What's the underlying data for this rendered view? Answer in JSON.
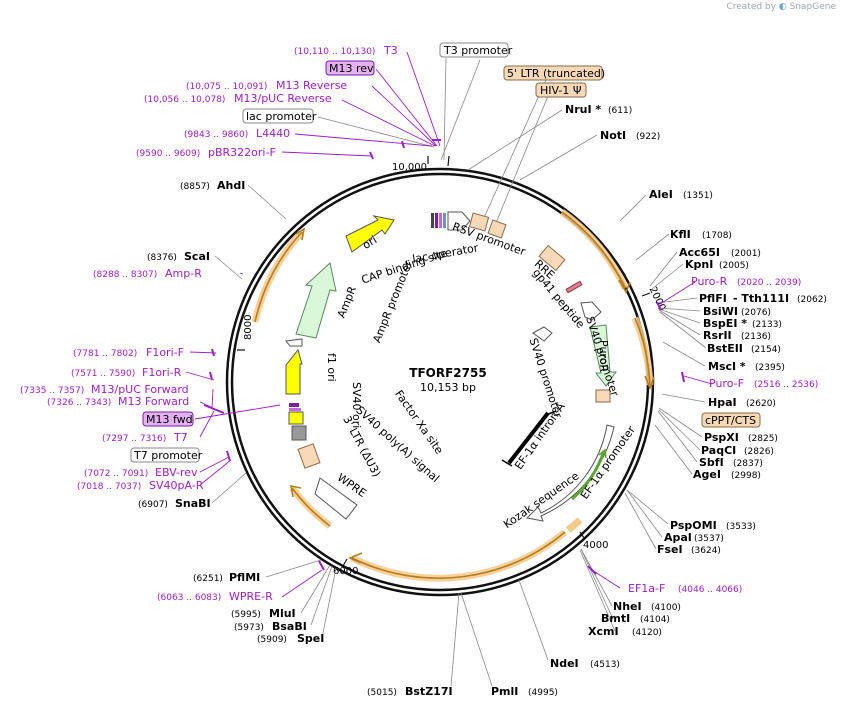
{
  "brand": {
    "prefix": "Created by",
    "name": "SnapGene"
  },
  "center": {
    "name": "TFORF2755",
    "size": "10,153 bp"
  },
  "ticks": [
    "2000",
    "4000",
    "6000",
    "8000",
    "10,000"
  ],
  "top_labels": {
    "t3_promoter": "T3 promoter",
    "ltr": "5' LTR (truncated)",
    "hiv": "HIV-1 Ψ",
    "t3": "T3",
    "t3_pos": "(10,110 .. 10,130)",
    "m13rev": "M13 rev",
    "m13reverse": "M13 Reverse",
    "m13reverse_pos": "(10,075 .. 10,091)",
    "m13puc_reverse": "M13/pUC Reverse",
    "m13puc_reverse_pos": "(10,056 .. 10,078)",
    "lac_promoter": "lac promoter",
    "l4440": "L4440",
    "l4440_pos": "(9843 .. 9860)",
    "pbr": "pBR322ori-F",
    "pbr_pos": "(9590 .. 9609)"
  },
  "enzymes_right": [
    {
      "name": "NruI *",
      "pos": "(611)"
    },
    {
      "name": "NotI",
      "pos": "(922)"
    },
    {
      "name": "AleI",
      "pos": "(1351)"
    },
    {
      "name": "KflI",
      "pos": "(1708)"
    },
    {
      "name": "Acc65I",
      "pos": "(2001)"
    },
    {
      "name": "KpnI",
      "pos": "(2005)"
    },
    {
      "name": "PflFI",
      "pos": ""
    },
    {
      "name": "BsiWI",
      "pos": "(2076)"
    },
    {
      "name": "BspEI *",
      "pos": "(2133)"
    },
    {
      "name": "RsrII",
      "pos": "(2136)"
    },
    {
      "name": "BstEII",
      "pos": "(2154)"
    },
    {
      "name": "MscI *",
      "pos": "(2395)"
    },
    {
      "name": "HpaI",
      "pos": "(2620)"
    },
    {
      "name": "PspXI",
      "pos": "(2825)"
    },
    {
      "name": "PaqCI",
      "pos": "(2826)"
    },
    {
      "name": "SbfI",
      "pos": "(2837)"
    },
    {
      "name": "AgeI",
      "pos": "(2998)"
    },
    {
      "name": "PspOMI",
      "pos": "(3533)"
    },
    {
      "name": "ApaI",
      "pos": "(3537)"
    },
    {
      "name": "FseI",
      "pos": "(3624)"
    },
    {
      "name": "NheI",
      "pos": "(4100)"
    },
    {
      "name": "BmtI",
      "pos": "(4104)"
    },
    {
      "name": "XcmI",
      "pos": "(4120)"
    },
    {
      "name": "NdeI",
      "pos": "(4513)"
    }
  ],
  "tth": {
    "name": "- Tth111I",
    "pos": "(2062)"
  },
  "primers_right": [
    {
      "name": "Puro-R",
      "pos": "(2020 .. 2039)"
    },
    {
      "name": "Puro-F",
      "pos": "(2516 .. 2536)"
    },
    {
      "name": "EF1a-F",
      "pos": "(4046 .. 4066)"
    }
  ],
  "cppt": "cPPT/CTS",
  "bottom": [
    {
      "name": "PmlI",
      "pos": "(4995)"
    },
    {
      "name": "BstZ17I",
      "pos": "(5015)"
    },
    {
      "name": "SpeI",
      "pos": "(5909)"
    },
    {
      "name": "BsaBI",
      "pos": "(5973)"
    },
    {
      "name": "MluI",
      "pos": "(5995)"
    },
    {
      "name": "PflMI",
      "pos": "(6251)"
    },
    {
      "name": "SnaBI",
      "pos": "(6907)"
    },
    {
      "name": "ScaI",
      "pos": "(8376)"
    },
    {
      "name": "AhdI",
      "pos": "(8857)"
    }
  ],
  "left_primers": {
    "wpre_r": "WPRE-R",
    "wpre_r_pos": "(6063 .. 6083)",
    "sv40pa": "SV40pA-R",
    "sv40pa_pos": "(7018 .. 7037)",
    "ebv": "EBV-rev",
    "ebv_pos": "(7072 .. 7091)",
    "t7": "T7",
    "t7_pos": "(7297 .. 7316)",
    "t7_promoter": "T7 promoter",
    "m13fwd": "M13 fwd",
    "m13forward": "M13 Forward",
    "m13forward_pos": "(7326 .. 7343)",
    "m13puc_forward": "M13/pUC Forward",
    "m13puc_forward_pos": "(7335 .. 7357)",
    "f1ori_r": "F1ori-R",
    "f1ori_r_pos": "(7571 .. 7590)",
    "f1ori_f": "F1ori-F",
    "f1ori_f_pos": "(7781 .. 7802)",
    "ampr_primer": "Amp-R",
    "ampr_primer_pos": "(8288 .. 8307)"
  },
  "inner": {
    "ori": "ori",
    "cap": "CAP binding site",
    "lac_operator": "lac operator",
    "rsv": "RSV promoter",
    "rre": "RRE",
    "gp41": "gp41 peptide",
    "sv40p_a": "SV40 promoter",
    "sv40p_b": "SV40 promoter",
    "puror": "PuroR",
    "ef1a_intron": "EF-1α intron A",
    "ef1a_promoter": "EF-1α promoter",
    "kozak": "Kozak sequence",
    "ampr": "AmpR",
    "ampr_promoter": "AmpR promoter",
    "f1ori": "f1 ori",
    "sv40ori": "SV40 ori",
    "factorxa": "Factor Xa site",
    "ltr3": "3' LTR (ΔU3)",
    "sv40polya": "SV40 poly(A) signal",
    "wpre": "WPRE"
  },
  "colors": {
    "primer": "#9b1fc7",
    "orange_feature": "#f7d9b8",
    "arrow_orange": "#f5a623",
    "yellow": "#ffff00",
    "green": "#d9f7d9"
  }
}
